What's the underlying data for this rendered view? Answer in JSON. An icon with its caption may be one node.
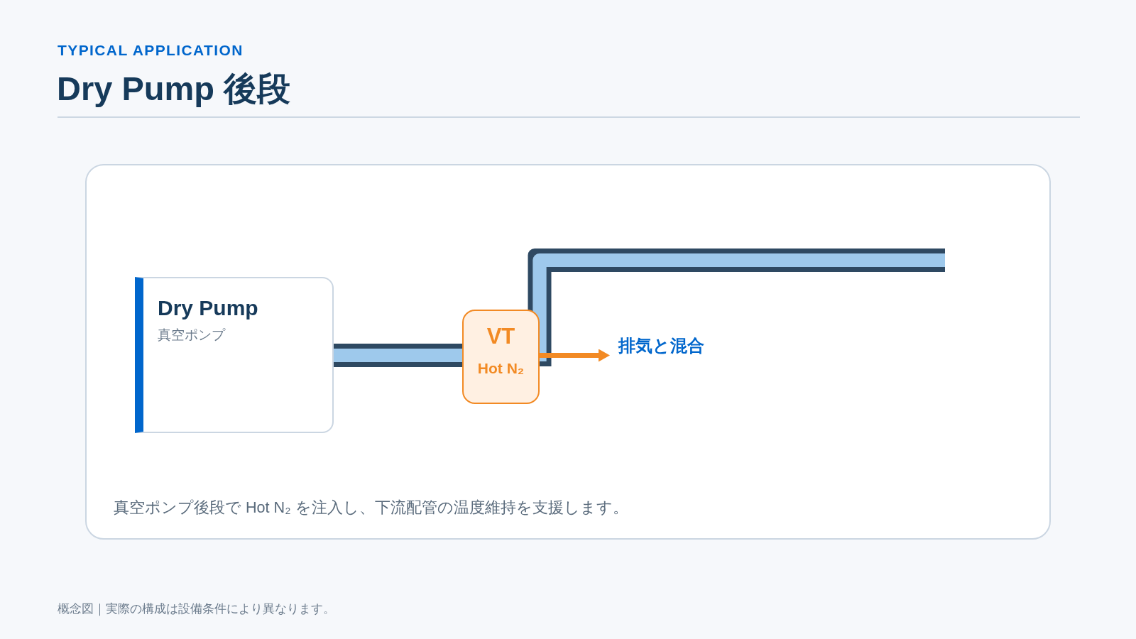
{
  "diagram": {
    "title": "Dry Pump 後段",
    "caption": "真空ポンプ後段で Hot N₂ を注入し、下流配管の温度維持を支援します。",
    "nodes": [
      {
        "text": [
          "Dry Pump",
          "真空ポンプ"
        ]
      },
      {
        "text": [
          "VT",
          "Hot N₂"
        ]
      },
      {
        "text": [
          "排気と混合"
        ]
      }
    ],
    "edges": [
      {
        "from": 0,
        "to": 1,
        "arrow": "none"
      },
      {
        "from": 1,
        "to": null,
        "arrow": "none"
      },
      {
        "from": 1,
        "to": 2,
        "arrow": "to",
        "color": "#f28a24"
      }
    ],
    "labels": [
      "TYPICAL APPLICATION",
      "概念図｜実際の構成は設備条件により異なります。"
    ]
  }
}
